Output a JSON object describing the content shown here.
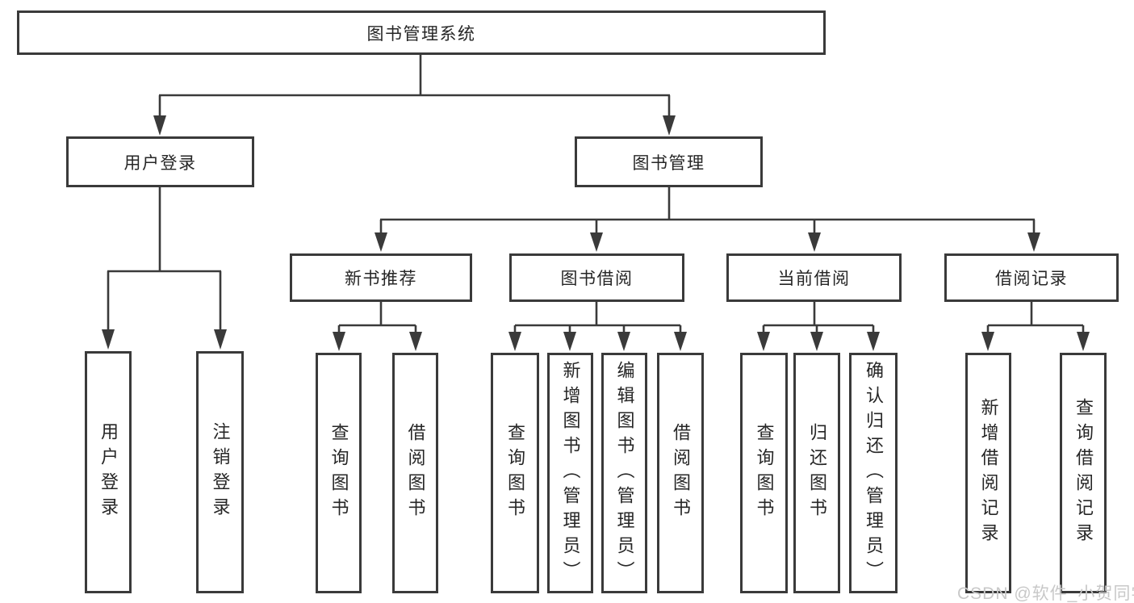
{
  "root": {
    "label": "图书管理系统"
  },
  "branches": [
    {
      "id": "user-login",
      "label": "用户登录",
      "children": [
        {
          "label": "用户登录"
        },
        {
          "label": "注销登录"
        }
      ]
    },
    {
      "id": "book-management",
      "label": "图书管理",
      "children": [
        {
          "label": "新书推荐",
          "children": [
            {
              "label": "查询图书"
            },
            {
              "label": "借阅图书"
            }
          ]
        },
        {
          "label": "图书借阅",
          "children": [
            {
              "label": "查询图书"
            },
            {
              "label": "新增图书（管理员）"
            },
            {
              "label": "编辑图书（管理员）"
            },
            {
              "label": "借阅图书"
            }
          ]
        },
        {
          "label": "当前借阅",
          "children": [
            {
              "label": "查询图书"
            },
            {
              "label": "归还图书"
            },
            {
              "label": "确认归还（管理员）"
            }
          ]
        },
        {
          "label": "借阅记录",
          "children": [
            {
              "label": "新增借阅记录"
            },
            {
              "label": "查询借阅记录"
            }
          ]
        }
      ]
    }
  ],
  "watermark": "CSDN @软件_小贺同学",
  "colors": {
    "line": "#3a3a3a",
    "text": "#262626",
    "watermark": "#c8c8c8",
    "background": "#ffffff"
  }
}
